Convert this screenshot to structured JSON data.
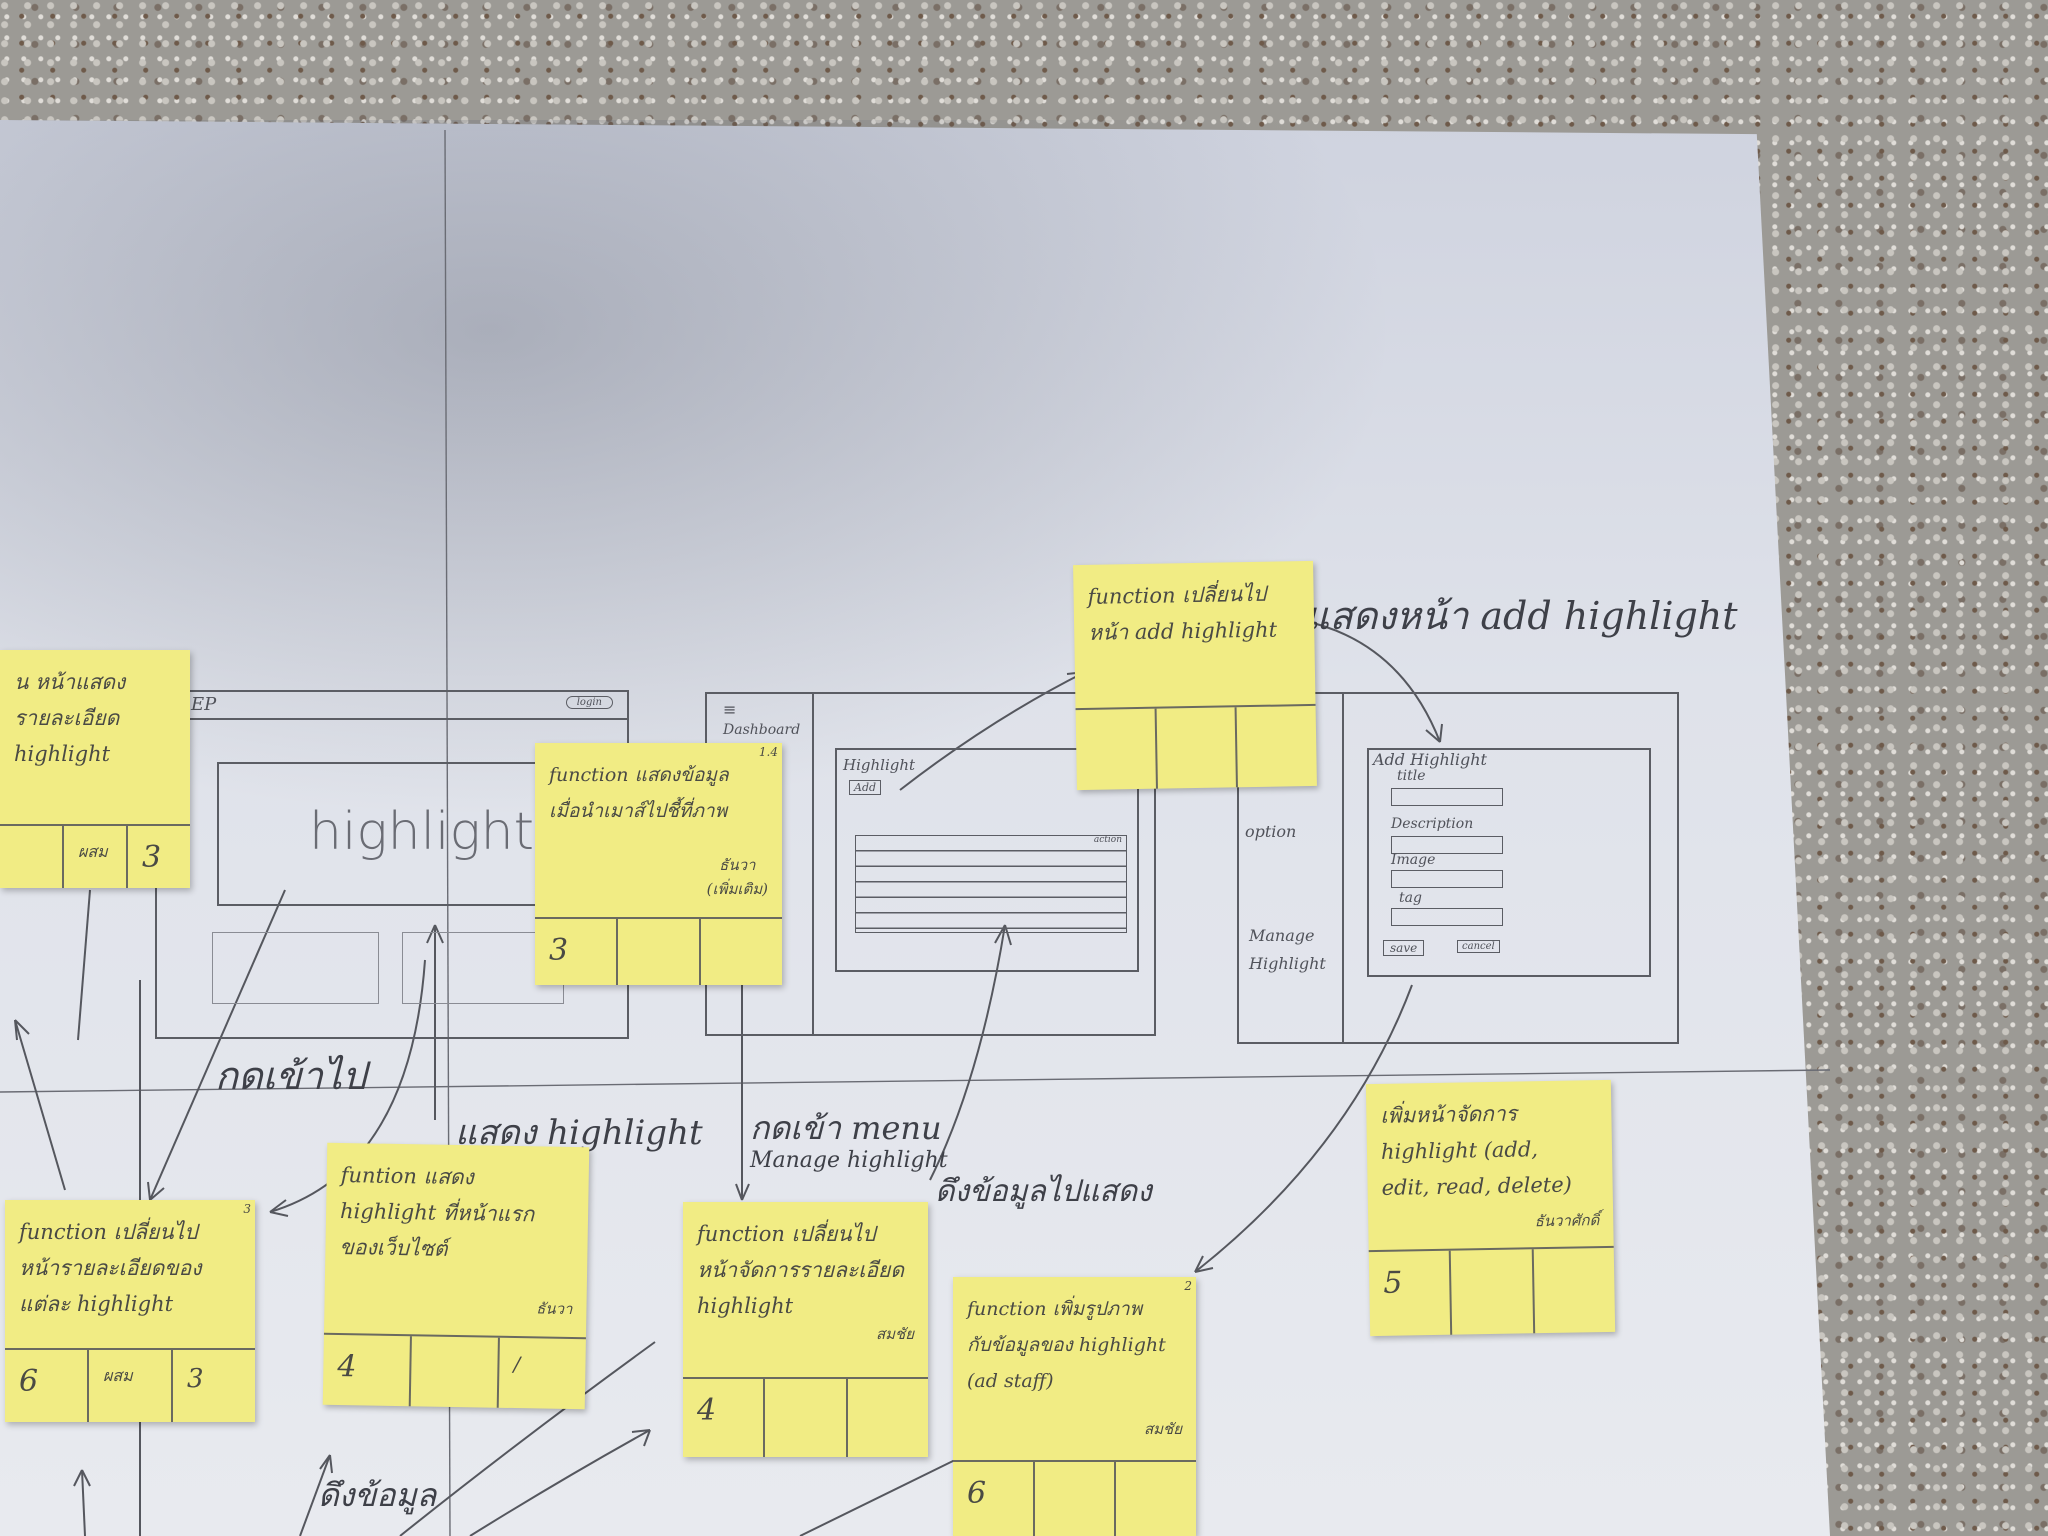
{
  "annotations": {
    "show_add_highlight": "แสดงหน้า add highlight",
    "click_enter": "กดเข้าไป",
    "show_highlight": "แสดง highlight",
    "click_menu_line1": "กดเข้า menu",
    "click_menu_line2": "Manage highlight",
    "fetch_display": "ดึงข้อมูลไปแสดง",
    "fetch_data": "ดึงข้อมูล"
  },
  "wireframes": {
    "home": {
      "logo": "EP",
      "login_btn": "login",
      "banner": "highlight"
    },
    "manage": {
      "menu_icon": "≡",
      "menu_item": "Dashboard",
      "panel_title": "Highlight",
      "add_btn": "Add",
      "action_col": "action"
    },
    "add_form": {
      "sidebar_option": "option",
      "sidebar_manage": "Manage\nHighlight",
      "title": "Add Highlight",
      "field_title": "title",
      "field_description": "Description",
      "field_image": "Image",
      "field_tag": "tag",
      "save_btn": "save",
      "cancel_btn": "cancel"
    }
  },
  "notes": {
    "n1": {
      "text": "น หน้าแสดง\nรายละเอียด highlight",
      "cells": [
        "",
        "ผสม",
        "3"
      ]
    },
    "n2": {
      "text": "function แสดงข้อมูล\nเมื่อนำเมาส์ไปชี้ที่ภาพ",
      "sig": "ธันวา\n(เพิ่มเติม)",
      "corner": "1.4",
      "cells": [
        "3",
        "",
        ""
      ]
    },
    "n3": {
      "text": "function เปลี่ยนไป\nหน้า add highlight",
      "cells": [
        "",
        "",
        ""
      ]
    },
    "n4": {
      "text": "function เปลี่ยนไป\nหน้ารายละเอียดของ\nแต่ละ highlight",
      "corner": "3",
      "cells": [
        "6",
        "ผสม",
        "3"
      ]
    },
    "n5": {
      "text": "funtion แสดง\nhighlight ที่หน้าแรก\nของเว็บไซต์",
      "sig": "ธันวา",
      "cells": [
        "4",
        "",
        "/"
      ]
    },
    "n6": {
      "text": "function เปลี่ยนไป\nหน้าจัดการรายละเอียด\nhighlight",
      "sig": "สมชัย",
      "cells": [
        "4",
        "",
        ""
      ]
    },
    "n7": {
      "text": "function เพิ่มรูปภาพ\nกับข้อมูลของ highlight\n(ad staff)",
      "sig": "สมชัย",
      "corner": "2",
      "cells": [
        "6",
        "",
        ""
      ]
    },
    "n8": {
      "text": "เพิ่มหน้าจัดการ\nhighlight (add,\nedit, read, delete)",
      "sig": "ธันวาศักดิ์",
      "cells": [
        "5",
        "",
        ""
      ]
    }
  }
}
